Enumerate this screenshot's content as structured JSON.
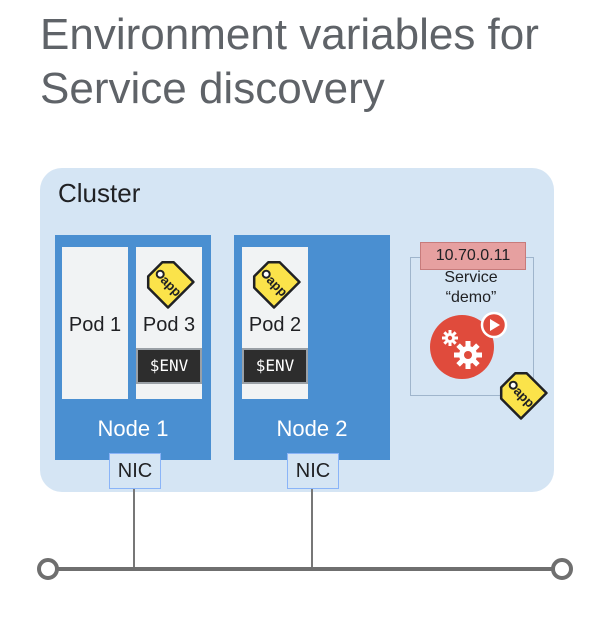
{
  "title": "Environment variables for\nService discovery",
  "cluster": {
    "label": "Cluster"
  },
  "nodes": [
    {
      "label": "Node 1",
      "nic": "NIC",
      "pods": [
        {
          "label": "Pod 1"
        },
        {
          "label": "Pod 3",
          "env": "$ENV",
          "tag": "app"
        }
      ]
    },
    {
      "label": "Node 2",
      "nic": "NIC",
      "pods": [
        {
          "label": "Pod 2",
          "env": "$ENV",
          "tag": "app"
        }
      ]
    }
  ],
  "service": {
    "ip": "10.70.0.11",
    "label": "Service\n“demo”",
    "tag": "app"
  },
  "colors": {
    "cluster_bg": "#d5e5f4",
    "node_bg": "#4a8fd1",
    "tag_yellow": "#fbe34a",
    "service_red": "#e04b3c"
  }
}
